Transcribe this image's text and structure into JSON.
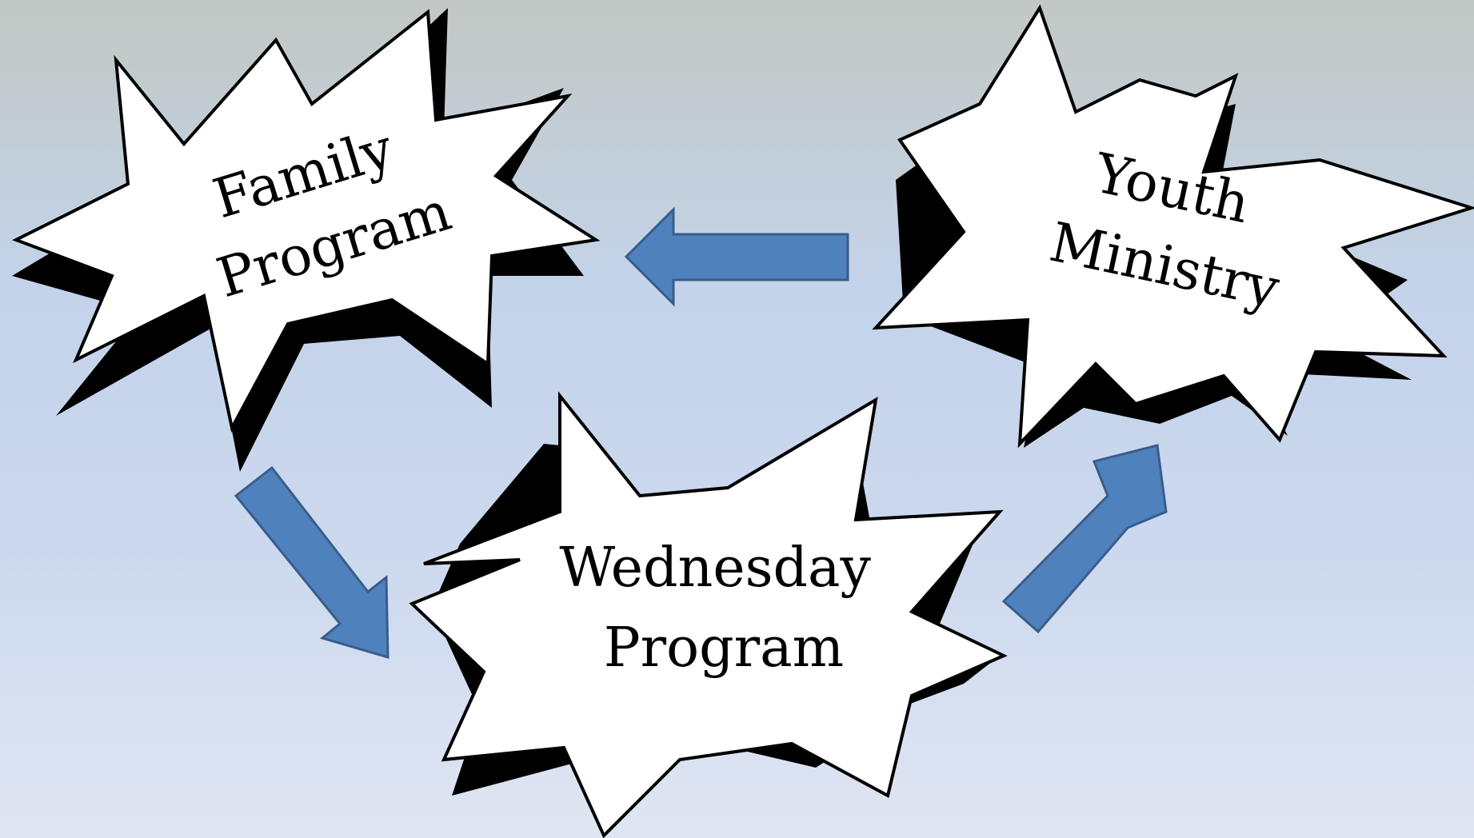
{
  "diagram": {
    "bursts": [
      {
        "id": "family",
        "line1": "Family",
        "line2": "Program"
      },
      {
        "id": "youth",
        "line1": "Youth",
        "line2": "Ministry"
      },
      {
        "id": "wednesday",
        "line1": "Wednesday",
        "line2": "Program"
      }
    ],
    "arrow_color": "#4f81bd",
    "arrow_border_color": "#385d8a",
    "burst_fill": "#ffffff",
    "burst_outline": "#000000"
  }
}
